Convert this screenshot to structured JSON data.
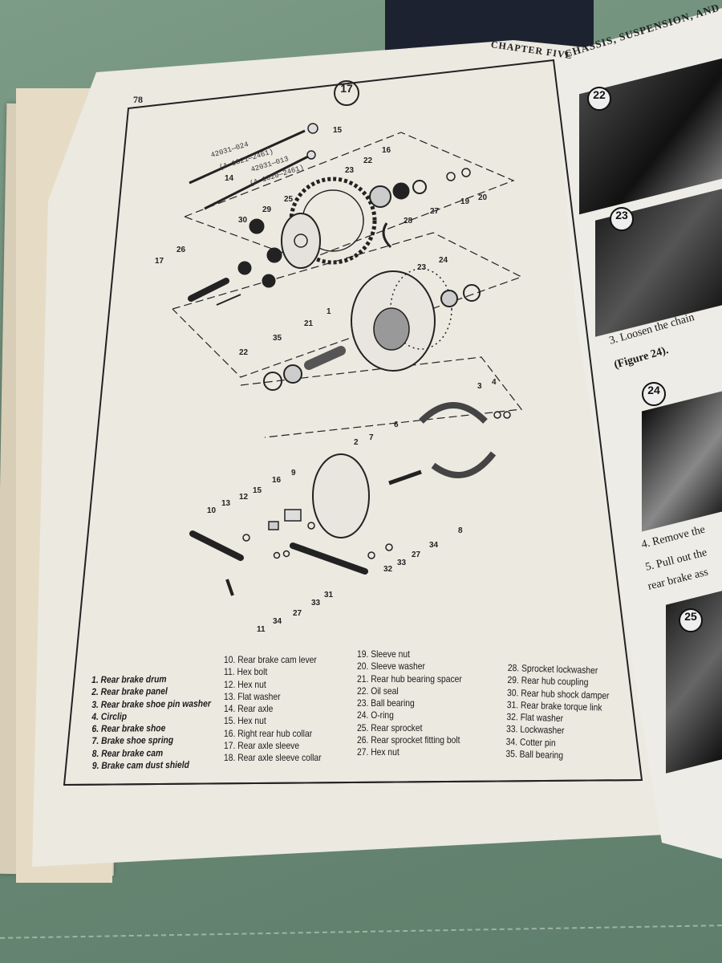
{
  "left_page": {
    "page_number": "78",
    "running_head": "CHAPTER FIVE",
    "figure_number": "17",
    "part_numbers": [
      "42031—024",
      "(A 1021—2461)",
      "42031—013",
      "(A 1020—2461)"
    ],
    "callouts": [
      "15",
      "14",
      "16",
      "22",
      "23",
      "19",
      "20",
      "25",
      "29",
      "30",
      "28",
      "27",
      "26",
      "17",
      "23",
      "24",
      "1",
      "21",
      "35",
      "22",
      "3",
      "4",
      "6",
      "7",
      "2",
      "9",
      "16",
      "15",
      "12",
      "13",
      "10",
      "8",
      "34",
      "27",
      "33",
      "32",
      "31",
      "33",
      "27",
      "34",
      "11"
    ],
    "legend": {
      "col1": [
        "1. Rear brake drum",
        "2. Rear brake panel",
        "3. Rear brake shoe pin washer",
        "4. Circlip",
        "6. Rear brake shoe",
        "7. Brake shoe spring",
        "8. Rear brake cam",
        "9. Brake cam dust shield"
      ],
      "col2": [
        "10. Rear brake cam lever",
        "11. Hex bolt",
        "12. Hex nut",
        "13. Flat washer",
        "14. Rear axle",
        "15. Hex nut",
        "16. Right rear hub collar",
        "17. Rear axle sleeve",
        "18. Rear axle sleeve collar"
      ],
      "col3": [
        "19. Sleeve nut",
        "20. Sleeve washer",
        "21. Rear hub bearing spacer",
        "22. Oil seal",
        "23. Ball bearing",
        "24. O-ring",
        "25. Rear sprocket",
        "26. Rear sprocket fitting bolt",
        "27. Hex nut"
      ],
      "col4": [
        "28. Sprocket lockwasher",
        "29. Rear hub coupling",
        "30. Rear hub shock damper",
        "31. Rear brake torque link",
        "32. Flat washer",
        "33. Lockwasher",
        "34. Cotter pin",
        "35. Ball bearing"
      ]
    }
  },
  "right_page": {
    "running_head": "CHASSIS, SUSPENSION, AND",
    "figures": [
      "22",
      "23",
      "24",
      "25"
    ],
    "step3": "3. Loosen the chain",
    "step3_ref": "(Figure 24).",
    "step4": "4. Remove the",
    "step5": "5. Pull out the",
    "step5_cont": "rear brake ass"
  }
}
